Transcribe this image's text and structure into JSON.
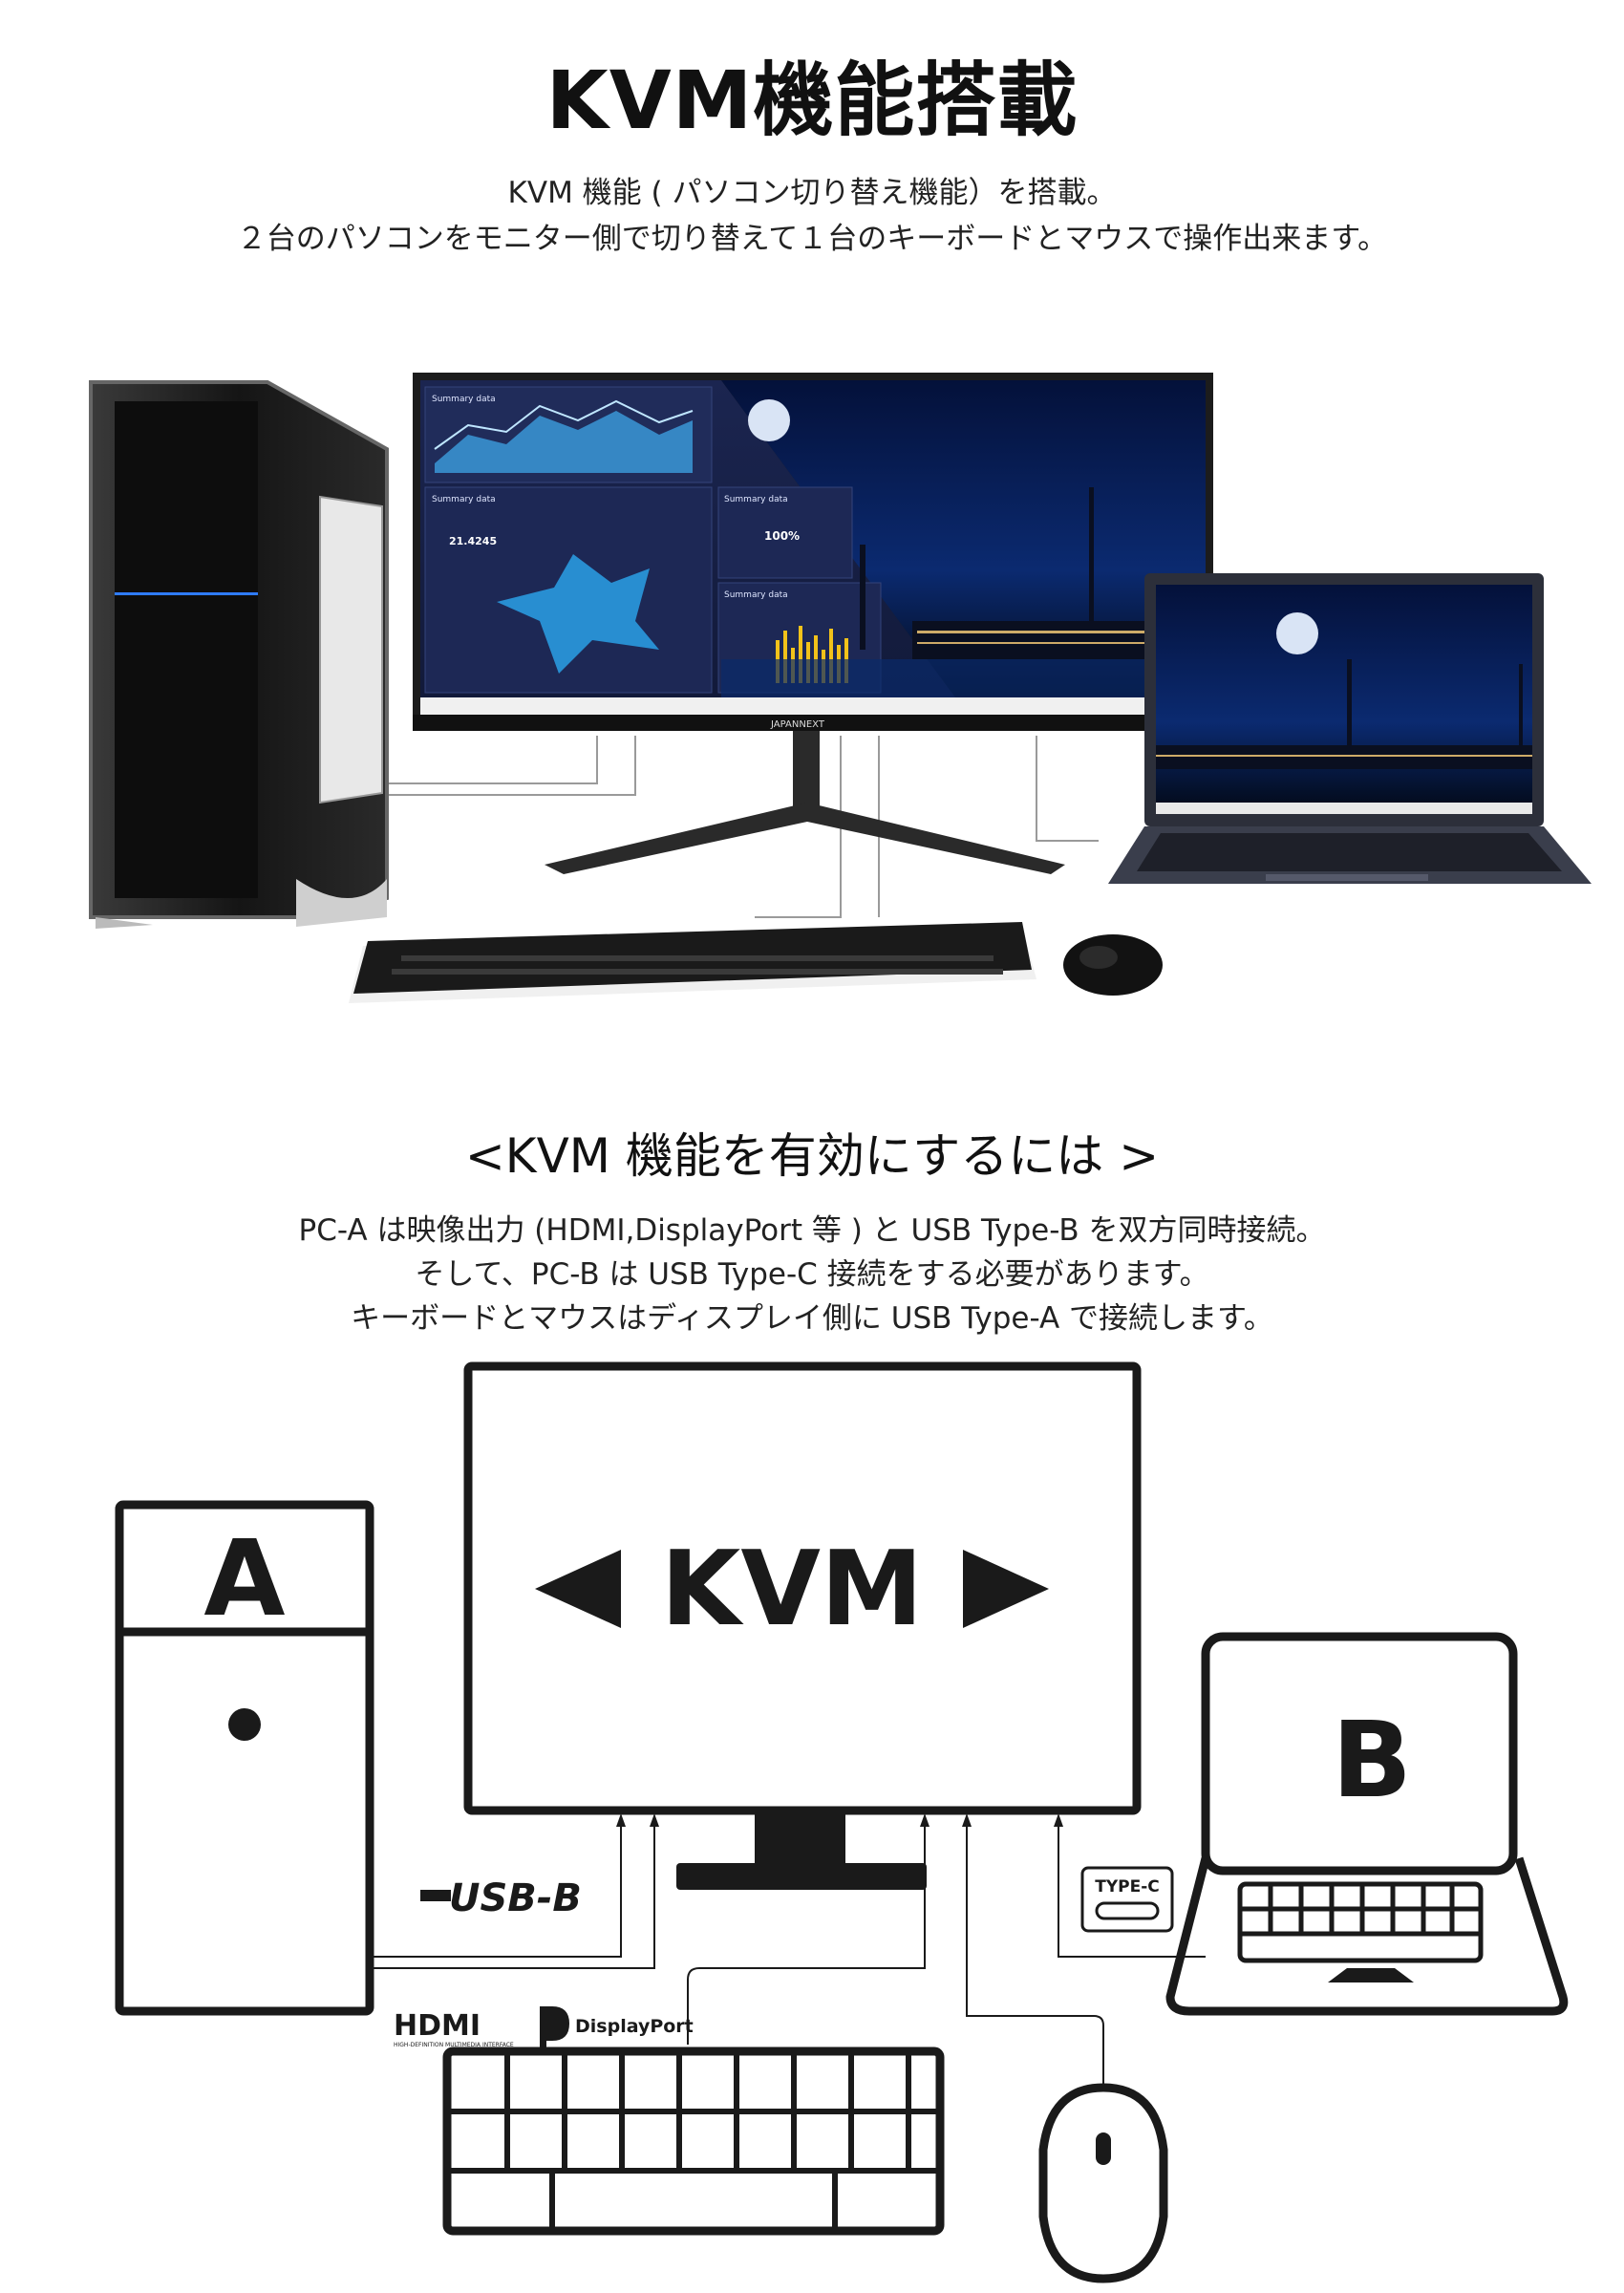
{
  "heading": {
    "title": "KVM機能搭載",
    "intro_lines": [
      "KVM 機能 ( パソコン切り替え機能）を搭載。",
      "２台のパソコンをモニター側で切り替えて１台のキーボードとマウスで操作出来ます。"
    ]
  },
  "photo": {
    "monitor_brand": "JAPANNEXT",
    "screen_panels": [
      "Summary data",
      "Summary data",
      "Summary data",
      "Summary data"
    ],
    "readout_value": "21.4245",
    "gauge_value": "100%"
  },
  "howto": {
    "subheading": "<KVM 機能を有効にするには >",
    "lines": [
      "PC-A は映像出力 (HDMI,DisplayPort 等 ) と USB Type-B を双方同時接続。",
      "そして、PC-B は USB Type-C 接続をする必要があります。",
      "キーボードとマウスはディスプレイ側に USB Type-A で接続します。"
    ]
  },
  "diagram": {
    "screen_label": "KVM",
    "pc_a_label": "A",
    "pc_b_label": "B",
    "usb_b_label": "USB-B",
    "hdmi_label": "HDMI",
    "hdmi_tagline": "HIGH-DEFINITION MULTIMEDIA INTERFACE",
    "displayport_label": "DisplayPort",
    "typec_label": "TYPE-C"
  },
  "colors": {
    "text": "#111111",
    "line_art": "#1a1a1a",
    "screen_dark": "#0b1838",
    "chart_accent": "#1e90d6",
    "bar_accent": "#f2c21a",
    "cable": "#9a9a9a"
  }
}
